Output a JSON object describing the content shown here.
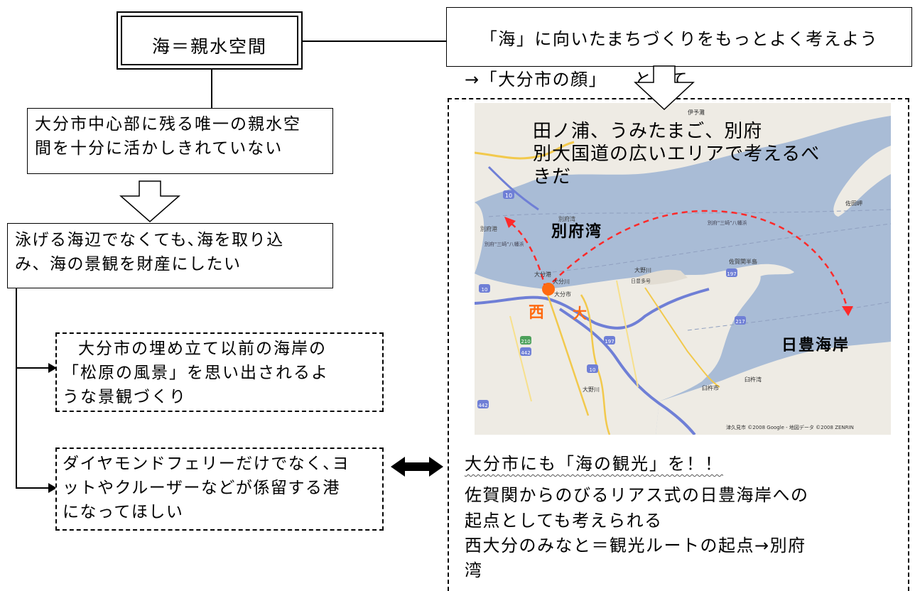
{
  "title": "海＝親水空間",
  "top_right_box": "「海」に向いたまちづくりをもっとよく考えよう",
  "face_line": "→「大分市の顔」　　として",
  "box1_lines": [
    "大分市中心部に残る唯一の親水空",
    "間を十分に活かしきれていない"
  ],
  "box2_lines": [
    "泳げる海辺でなくても､海を取り込",
    "み、海の景観を財産にしたい"
  ],
  "box3_lines": [
    "大分市の埋め立て以前の海岸の",
    "「松原の風景」を思い出されるよ",
    "うな景観づくり"
  ],
  "box4_lines": [
    "ダイヤモンドフェリーだけでなく､ヨ",
    "ットやクルーザーなどが係留する港",
    "になってほしい"
  ],
  "map": {
    "overlay_lines": [
      "田ノ浦、うみたまご、別府",
      "別大国道の広いエリアで考えるべ",
      "きだ"
    ],
    "label_beppu_bay": "別府湾",
    "label_hitoyo_coast": "日豊海岸",
    "label_nishi": "西",
    "label_dai": "大",
    "place_labels": {
      "beppuwan_small": "別府湾",
      "beppuko": "別府港",
      "beppu_mikawa_a": "別府\"三崎\"八幡浜",
      "beppu_mikawa_b": "別府\"三崎\"八幡浜",
      "oitako": "大分港",
      "oitagawa": "大分川",
      "oitashi": "大分市",
      "onogawa": "大野川",
      "onogawa2": "大野川",
      "saganoseki": "佐賀関半島",
      "sadamisaki": "佐田岬",
      "iyonada": "伊予灘",
      "usuki": "臼杵湾",
      "usukishi": "臼杵市",
      "hitoyo_small": "日豊多号",
      "credit": "津久見市 ©2008 Google - 地図データ ©2008 ZENRIN"
    },
    "route_numbers": [
      "10",
      "10",
      "197",
      "217",
      "210",
      "442",
      "442",
      "197",
      "10"
    ],
    "colors": {
      "water": "#a9bcd6",
      "land": "#eeebe4",
      "route": "#ff2a2a",
      "marker": "#ff6a10"
    }
  },
  "tourism_heading": "大分市にも「海の観光」を！！",
  "tourism_lines": [
    "佐賀関からのびるリアス式の日豊海岸への",
    "起点としても考えられる",
    "西大分のみなと＝観光ルートの起点→別府",
    "湾"
  ]
}
